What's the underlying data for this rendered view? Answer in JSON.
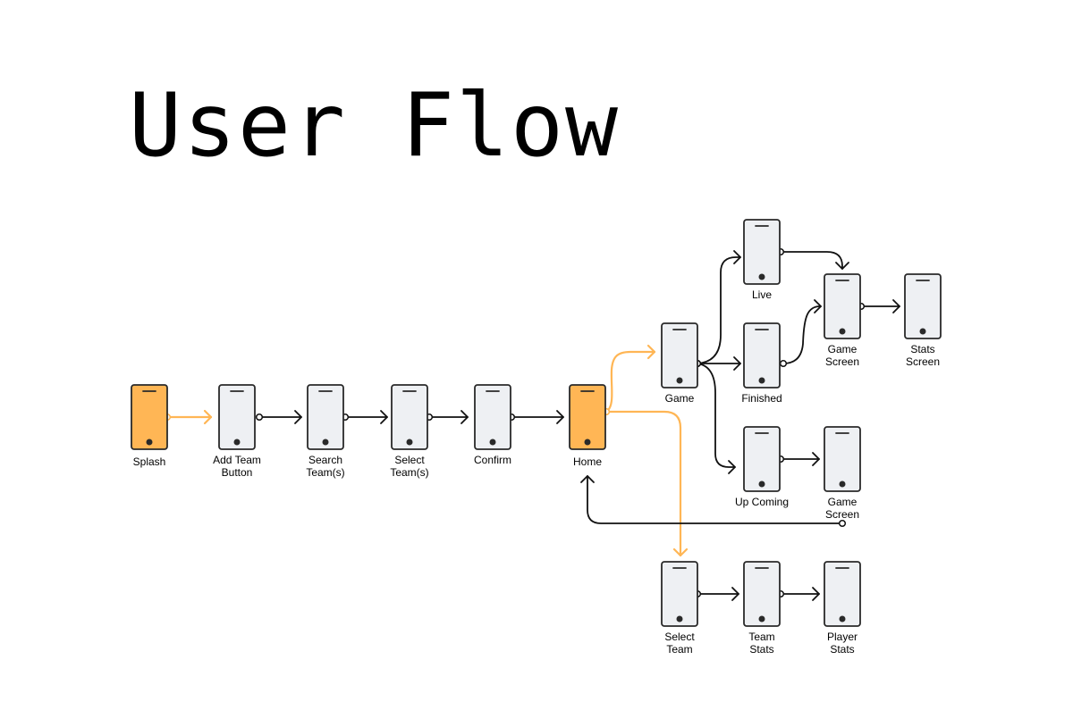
{
  "title": "User Flow",
  "colors": {
    "accent": "#FFB655",
    "screen_fill": "#EEF0F3",
    "outline": "#2A2A2A",
    "connector": "#111111",
    "background": "#FFFFFF"
  },
  "screens": [
    {
      "id": "splash",
      "label": [
        "Splash"
      ],
      "highlighted": true
    },
    {
      "id": "add-team-button",
      "label": [
        "Add Team",
        "Button"
      ],
      "highlighted": false
    },
    {
      "id": "search-teams",
      "label": [
        "Search",
        "Team(s)"
      ],
      "highlighted": false
    },
    {
      "id": "select-teams",
      "label": [
        "Select",
        "Team(s)"
      ],
      "highlighted": false
    },
    {
      "id": "confirm",
      "label": [
        "Confirm"
      ],
      "highlighted": false
    },
    {
      "id": "home",
      "label": [
        "Home"
      ],
      "highlighted": true
    },
    {
      "id": "game",
      "label": [
        "Game"
      ],
      "highlighted": false
    },
    {
      "id": "live",
      "label": [
        "Live"
      ],
      "highlighted": false
    },
    {
      "id": "finished",
      "label": [
        "Finished"
      ],
      "highlighted": false
    },
    {
      "id": "up-coming",
      "label": [
        "Up Coming"
      ],
      "highlighted": false
    },
    {
      "id": "game-screen-1",
      "label": [
        "Game",
        "Screen"
      ],
      "highlighted": false
    },
    {
      "id": "stats-screen",
      "label": [
        "Stats",
        "Screen"
      ],
      "highlighted": false
    },
    {
      "id": "game-screen-2",
      "label": [
        "Game",
        "Screen"
      ],
      "highlighted": false
    },
    {
      "id": "select-team",
      "label": [
        "Select",
        "Team"
      ],
      "highlighted": false
    },
    {
      "id": "team-stats",
      "label": [
        "Team",
        "Stats"
      ],
      "highlighted": false
    },
    {
      "id": "player-stats",
      "label": [
        "Player",
        "Stats"
      ],
      "highlighted": false
    }
  ],
  "connections": [
    {
      "from": "splash",
      "to": "add-team-button",
      "highlighted": true
    },
    {
      "from": "add-team-button",
      "to": "search-teams",
      "highlighted": false
    },
    {
      "from": "search-teams",
      "to": "select-teams",
      "highlighted": false
    },
    {
      "from": "select-teams",
      "to": "confirm",
      "highlighted": false
    },
    {
      "from": "confirm",
      "to": "home",
      "highlighted": false
    },
    {
      "from": "home",
      "to": "game",
      "highlighted": true
    },
    {
      "from": "home",
      "to": "select-team",
      "highlighted": true
    },
    {
      "from": "game",
      "to": "live",
      "highlighted": false
    },
    {
      "from": "game",
      "to": "finished",
      "highlighted": false
    },
    {
      "from": "game",
      "to": "up-coming",
      "highlighted": false
    },
    {
      "from": "live",
      "to": "game-screen-1",
      "highlighted": false
    },
    {
      "from": "finished",
      "to": "game-screen-1",
      "highlighted": false
    },
    {
      "from": "game-screen-1",
      "to": "stats-screen",
      "highlighted": false
    },
    {
      "from": "up-coming",
      "to": "game-screen-2",
      "highlighted": false
    },
    {
      "from": "game-screen-2",
      "to": "home",
      "highlighted": false
    },
    {
      "from": "select-team",
      "to": "team-stats",
      "highlighted": false
    },
    {
      "from": "team-stats",
      "to": "player-stats",
      "highlighted": false
    }
  ]
}
